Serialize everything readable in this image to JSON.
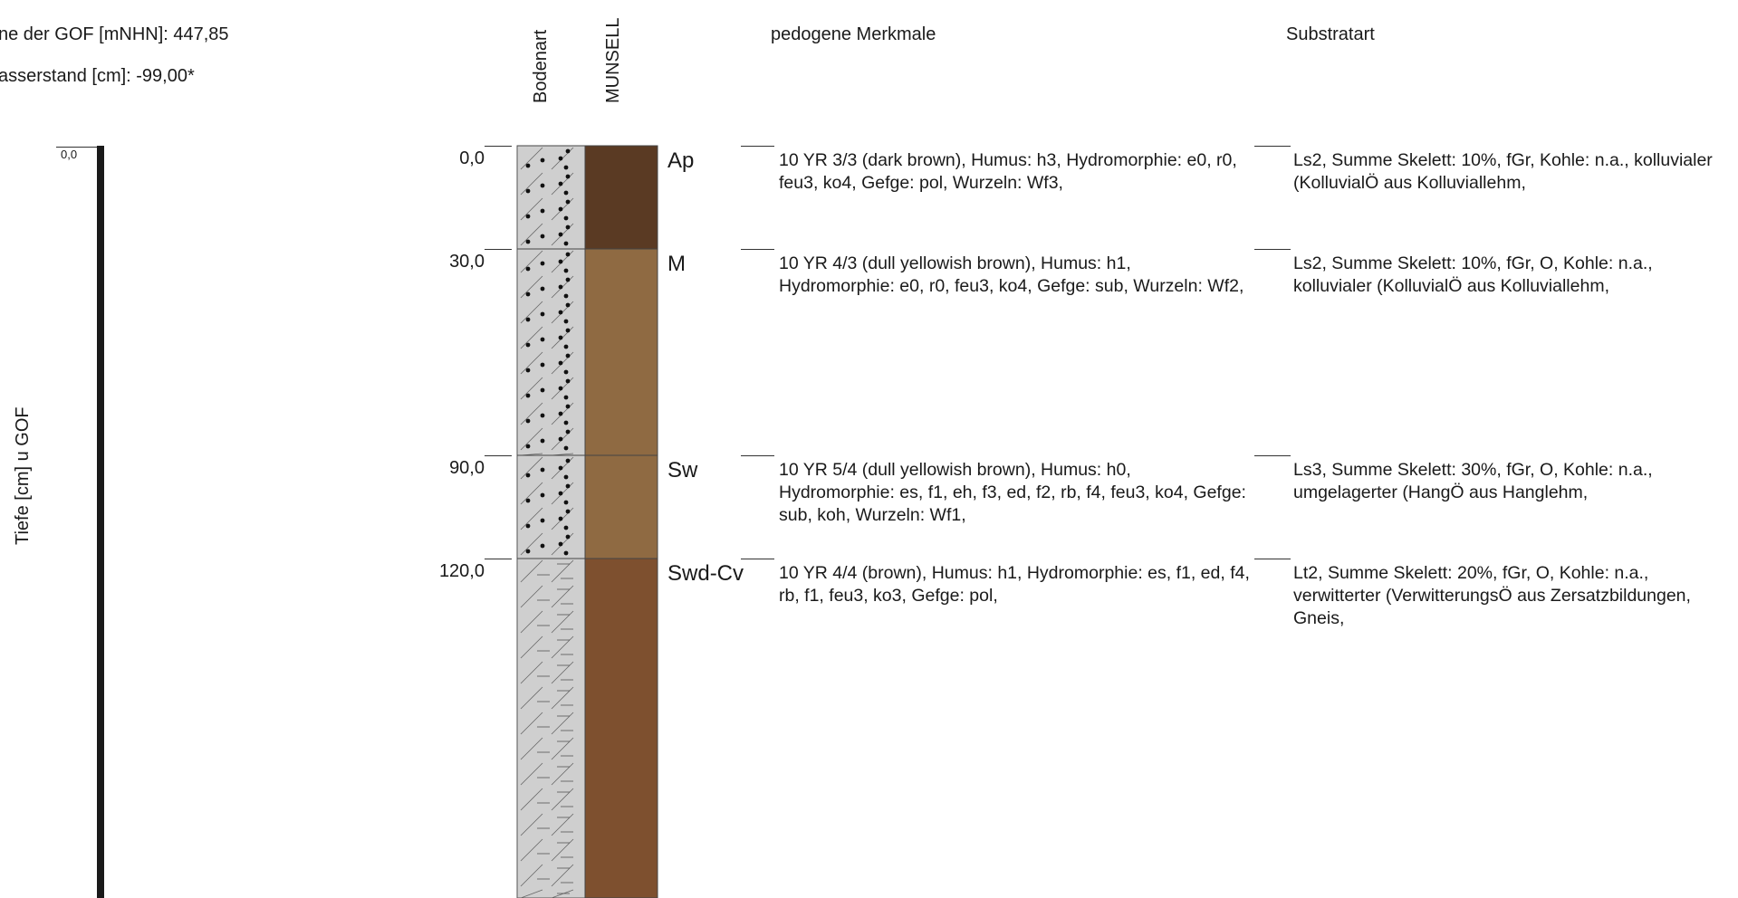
{
  "header": {
    "gof_label": "ne der GOF [mNHN]: 447,85",
    "water_label": "asserstand [cm]: -99,00*",
    "col_bodenart": "Bodenart",
    "col_munsell": "MUNSELL",
    "col_pedogene": "pedogene Merkmale",
    "col_substrat": "Substratart"
  },
  "axis": {
    "label": "Tiefe [cm] u GOF",
    "top_tick": "0,0"
  },
  "horizons": [
    {
      "depth": "0,0",
      "top_cm": 0,
      "bottom_cm": 30,
      "name": "Ap",
      "munsell_color": "#5a3a23",
      "texture": "sand",
      "pedo": "10 YR 3/3 (dark brown), Humus: h3, Hydromorphie: e0, r0, feu3, ko4, Gefge: pol, Wurzeln: Wf3,",
      "substrat": "Ls2, Summe Skelett: 10%, fGr, Kohle: n.a., kolluvialer (KolluvialÖ aus Kolluviallehm,"
    },
    {
      "depth": "30,0",
      "top_cm": 30,
      "bottom_cm": 90,
      "name": "M",
      "munsell_color": "#8f6a42",
      "texture": "sand",
      "pedo": "10 YR 4/3 (dull yellowish brown), Humus: h1, Hydromorphie: e0, r0, feu3, ko4, Gefge: sub, Wurzeln: Wf2,",
      "substrat": "Ls2, Summe Skelett: 10%, fGr, O, Kohle: n.a., kolluvialer (KolluvialÖ aus Kolluviallehm,"
    },
    {
      "depth": "90,0",
      "top_cm": 90,
      "bottom_cm": 120,
      "name": "Sw",
      "munsell_color": "#8f6a42",
      "texture": "sand",
      "pedo": "10 YR 5/4 (dull yellowish brown), Humus: h0, Hydromorphie: es, f1, eh, f3, ed, f2, rb, f4, feu3, ko4, Gefge: sub, koh, Wurzeln: Wf1,",
      "substrat": "Ls3, Summe Skelett: 30%, fGr, O, Kohle: n.a., umgelagerter (HangÖ aus Hanglehm,"
    },
    {
      "depth": "120,0",
      "top_cm": 120,
      "bottom_cm": 220,
      "name": "Swd-Cv",
      "munsell_color": "#7e502f",
      "texture": "clay",
      "pedo": "10 YR 4/4 (brown), Humus: h1, Hydromorphie: es, f1, ed, f4, rb, f1, feu3, ko3, Gefge: pol,",
      "substrat": "Lt2, Summe Skelett: 20%, fGr, O, Kohle: n.a., verwitterter (VerwitterungsÖ aus Zersatzbildungen, Gneis,"
    }
  ]
}
